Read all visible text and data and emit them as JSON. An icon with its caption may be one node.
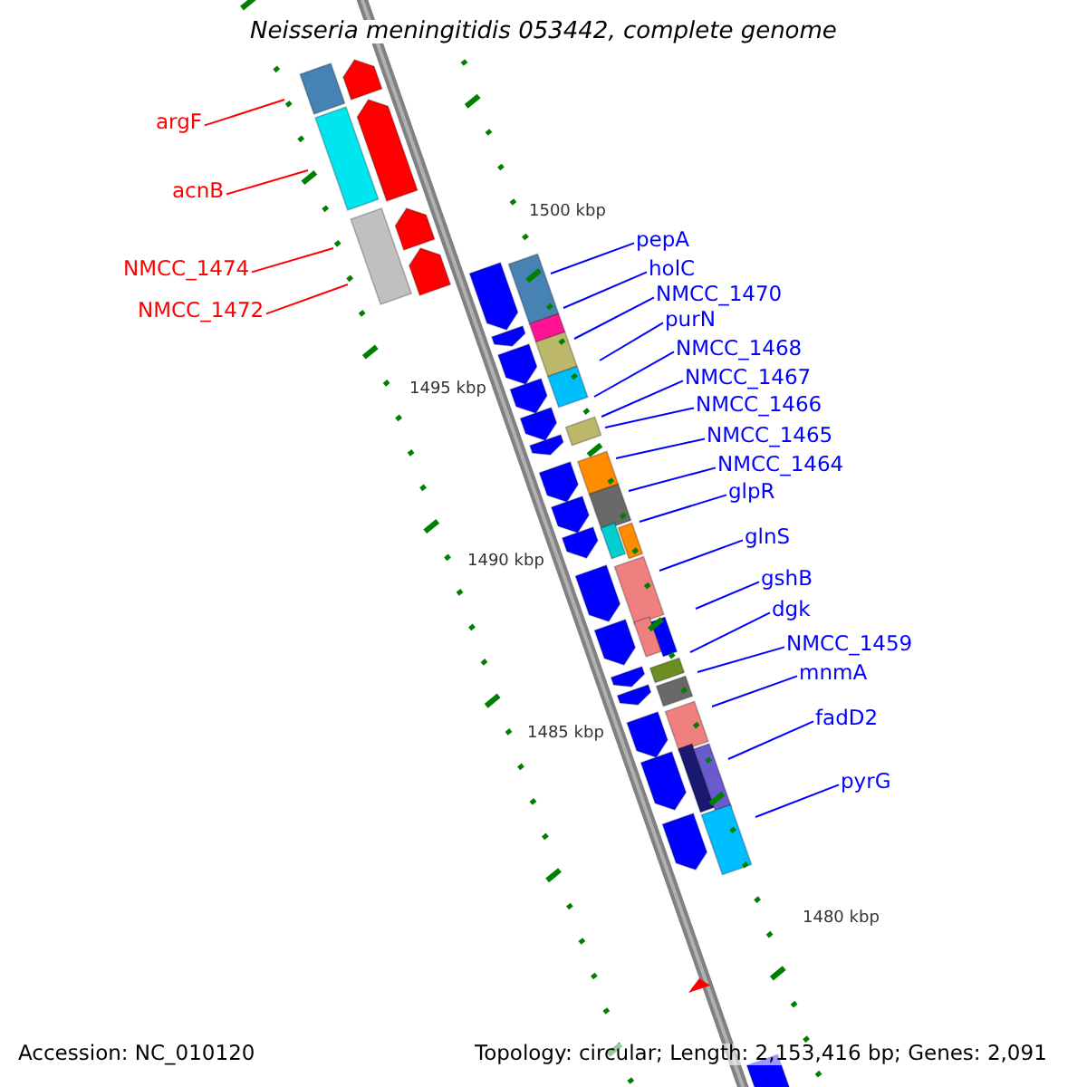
{
  "diagram": {
    "title": "Neisseria meningitidis 053442, complete genome",
    "nodes": [
      {
        "text": [
          "argF"
        ]
      },
      {
        "text": [
          "acnB"
        ]
      },
      {
        "text": [
          "NMCC_1474"
        ]
      },
      {
        "text": [
          "NMCC_1472"
        ]
      },
      {
        "text": [
          "pepA"
        ]
      },
      {
        "text": [
          "holC"
        ]
      },
      {
        "text": [
          "NMCC_1470"
        ]
      },
      {
        "text": [
          "purN"
        ]
      },
      {
        "text": [
          "NMCC_1468"
        ]
      },
      {
        "text": [
          "NMCC_1467"
        ]
      },
      {
        "text": [
          "NMCC_1466"
        ]
      },
      {
        "text": [
          "NMCC_1465"
        ]
      },
      {
        "text": [
          "NMCC_1464"
        ]
      },
      {
        "text": [
          "glpR"
        ]
      },
      {
        "text": [
          "glnS"
        ]
      },
      {
        "text": [
          "gshB"
        ]
      },
      {
        "text": [
          "dgk"
        ]
      },
      {
        "text": [
          "NMCC_1459"
        ]
      },
      {
        "text": [
          "mnmA"
        ]
      },
      {
        "text": [
          "fadD2"
        ]
      },
      {
        "text": [
          "pyrG"
        ]
      }
    ],
    "edges": [
      {
        "from": 0,
        "to": null,
        "arrow": "none",
        "color": "#ff0000"
      },
      {
        "from": 1,
        "to": null,
        "arrow": "none",
        "color": "#ff0000"
      },
      {
        "from": 2,
        "to": null,
        "arrow": "none",
        "color": "#ff0000"
      },
      {
        "from": 3,
        "to": null,
        "arrow": "none",
        "color": "#ff0000"
      },
      {
        "from": 4,
        "to": null,
        "arrow": "none"
      },
      {
        "from": 5,
        "to": null,
        "arrow": "none"
      },
      {
        "from": 6,
        "to": null,
        "arrow": "none"
      },
      {
        "from": 7,
        "to": null,
        "arrow": "none"
      },
      {
        "from": 8,
        "to": null,
        "arrow": "none"
      },
      {
        "from": 9,
        "to": null,
        "arrow": "none"
      },
      {
        "from": 10,
        "to": null,
        "arrow": "none"
      },
      {
        "from": 11,
        "to": null,
        "arrow": "none"
      },
      {
        "from": 12,
        "to": null,
        "arrow": "none"
      },
      {
        "from": 13,
        "to": null,
        "arrow": "none"
      },
      {
        "from": 14,
        "to": null,
        "arrow": "none"
      },
      {
        "from": 15,
        "to": null,
        "arrow": "none"
      },
      {
        "from": 16,
        "to": null,
        "arrow": "none"
      },
      {
        "from": 17,
        "to": null,
        "arrow": "none"
      },
      {
        "from": 18,
        "to": null,
        "arrow": "none"
      },
      {
        "from": 19,
        "to": null,
        "arrow": "none"
      },
      {
        "from": 20,
        "to": null,
        "arrow": "none"
      }
    ],
    "labels": [
      "1500 kbp",
      "1495 kbp",
      "1490 kbp",
      "1485 kbp",
      "1480 kbp",
      "Accession: NC_010120",
      "Topology: circular; Length: 2,153,416 bp; Genes: 2,091"
    ]
  }
}
